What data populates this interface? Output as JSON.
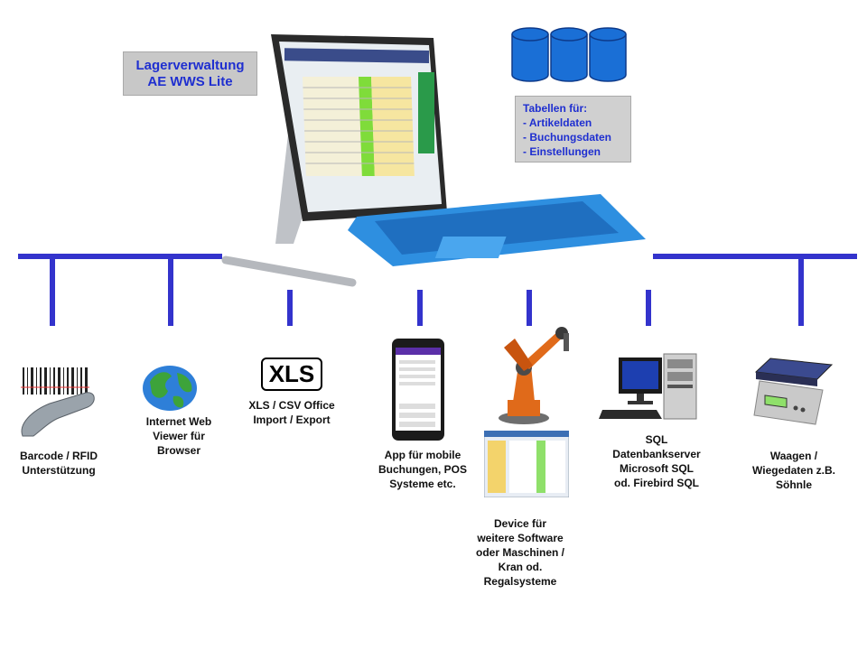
{
  "title": {
    "line1": "Lagerverwaltung",
    "line2": "AE WWS Lite"
  },
  "tables": {
    "heading": "Tabellen für:",
    "items": [
      "- Artikeldaten",
      "- Buchungsdaten",
      "- Einstellungen"
    ]
  },
  "xls_badge": "XLS",
  "nodes": {
    "barcode": [
      "Barcode / RFID",
      "Unterstützung"
    ],
    "web": [
      "Internet Web",
      "Viewer für",
      "Browser"
    ],
    "xls": [
      "XLS / CSV Office",
      "Import / Export"
    ],
    "app": [
      "App für mobile",
      "Buchungen, POS",
      "Systeme etc."
    ],
    "device": [
      "Device für",
      "weitere Software",
      "oder Maschinen /",
      "Kran od.",
      "Regalsysteme"
    ],
    "sql": [
      "SQL",
      "Datenbankserver",
      "Microsoft  SQL",
      "od. Firebird SQL"
    ],
    "scale": [
      "Waagen /",
      "Wiegedaten z.B.",
      "Söhnle"
    ]
  },
  "colors": {
    "bus": "#3333cc",
    "title_text": "#1f2fd0",
    "keyboard": "#2e8fe0",
    "database": "#1a6fd6",
    "robot": "#e06a1a"
  },
  "icons": {
    "tablet": "tablet-icon",
    "database": "database-icon",
    "barcode": "barcode-scanner-icon",
    "web": "globe-icon",
    "app": "smartphone-icon",
    "device": "robot-arm-icon",
    "sql": "server-icon",
    "scale": "scale-icon"
  }
}
